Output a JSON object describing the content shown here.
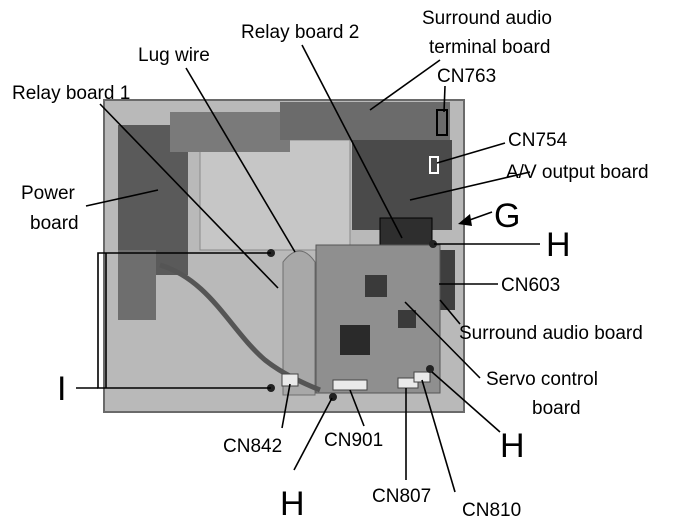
{
  "diagram": {
    "labels": {
      "relay_board_2": "Relay board 2",
      "surround_terminal_line1": "Surround audio",
      "surround_terminal_line2": "terminal board",
      "lug_wire": "Lug wire",
      "cn763": "CN763",
      "relay_board_1": "Relay board 1",
      "cn754": "CN754",
      "av_output_board": "A/V output board",
      "power_board_line1": "Power",
      "power_board_line2": "board",
      "g_marker": "G",
      "h_marker_top": "H",
      "cn603": "CN603",
      "surround_audio_board": "Surround audio board",
      "i_marker": "I",
      "servo_line1": "Servo control",
      "servo_line2": "board",
      "h_marker_right": "H",
      "cn842": "CN842",
      "cn901": "CN901",
      "h_marker_bottom": "H",
      "cn807": "CN807",
      "cn810": "CN810"
    },
    "colors": {
      "chassis": "#b9b9b9",
      "board_dark": "#4a4a4a",
      "servo_board": "#8f8f8f",
      "leader": "#000000"
    }
  }
}
